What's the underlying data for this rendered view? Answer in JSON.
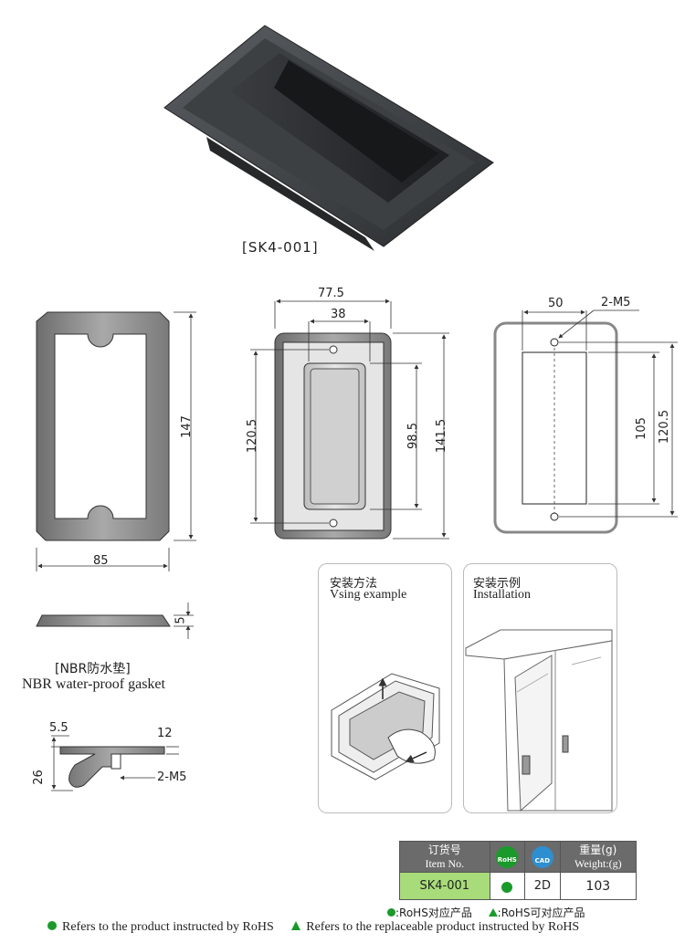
{
  "product_label": "[SK4-001]",
  "gasket": {
    "width": "85",
    "height": "147",
    "thickness": "5",
    "title_cn": "[NBR防水垫]",
    "title_en": "NBR water-proof gasket"
  },
  "front": {
    "outer_width": "77.5",
    "inner_width": "38",
    "outer_height": "141.5",
    "hole_pitch": "120.5",
    "inner_height": "98.5"
  },
  "cutout": {
    "width": "50",
    "screw": "2-M5",
    "height_outer": "120.5",
    "height_inner": "105"
  },
  "section": {
    "d1": "5.5",
    "d2": "12",
    "depth": "26",
    "screw": "2-M5"
  },
  "panels": {
    "usage_cn": "安装方法",
    "usage_en": "Vsing example",
    "install_cn": "安装示例",
    "install_en": "Installation"
  },
  "spec_table": {
    "col_item_cn": "订货号",
    "col_item_en": "Item No.",
    "rohs_badge": "RoHS",
    "cad_badge": "CAD",
    "col_weight_cn": "重量(g)",
    "col_weight_en": "Weight:(g)",
    "item_no": "SK4-001",
    "cad_value": "2D",
    "weight_value": "103"
  },
  "legend": {
    "rohs_cn": ":RoHS对应产品",
    "rohs_replace_cn": ":RoHS可对应产品",
    "rohs_en": "Refers to the product instructed by RoHS",
    "replace_en": "Refers to the replaceable product instructed by RoHS"
  },
  "colors": {
    "rohs_green": "#1a9a2a",
    "cad_blue": "#2d8fd0",
    "item_cell": "#a8dc7a",
    "header_gray": "#6b6b6b"
  }
}
